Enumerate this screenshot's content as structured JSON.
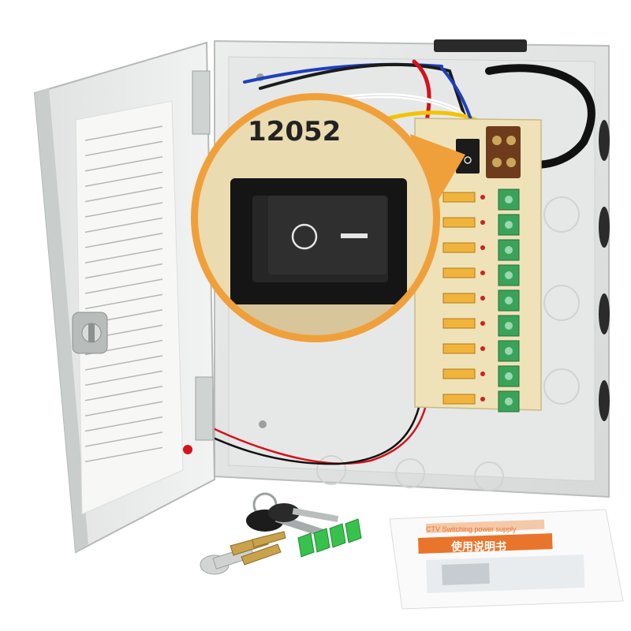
{
  "product": {
    "zoom_label": "12052",
    "manual_title_cn": "使用说明书",
    "manual_subtitle": "CTV Switching power supply",
    "colors": {
      "cabinet": "#e3e5e4",
      "cabinet_shadow": "#c7cbca",
      "board": "#efe2b8",
      "terminal_green": "#3aa35a",
      "zoom_ring": "#f0a03a",
      "switch_black": "#1b1b1b",
      "wire_red": "#d4121b",
      "wire_yellow": "#f2c400",
      "wire_blue": "#1e3fbf",
      "anchor_green": "#38c24d",
      "manual_orange": "#e9742b"
    },
    "channels": 9,
    "icons": {
      "power_switch": "power-switch-icon",
      "lock": "lock-icon",
      "keys": "keys-icon",
      "screws": "screws-icon",
      "wall_anchors": "wall-anchors-icon"
    }
  }
}
